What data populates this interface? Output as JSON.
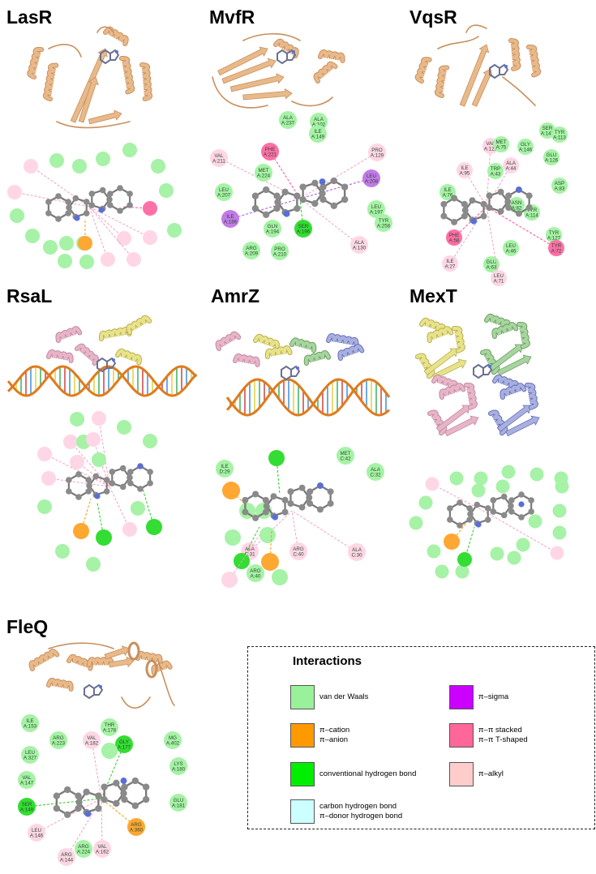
{
  "panels": [
    {
      "title": "LasR"
    },
    {
      "title": "MvfR"
    },
    {
      "title": "VqsR"
    },
    {
      "title": "RsaL"
    },
    {
      "title": "AmrZ"
    },
    {
      "title": "MexT"
    },
    {
      "title": "FleQ"
    }
  ],
  "legend": {
    "title": "Interactions",
    "items": [
      {
        "label": "van der Waals",
        "color": "#99f299"
      },
      {
        "label": "π–sigma",
        "color": "#cc00ff"
      },
      {
        "label": "π–cation\nπ–anion",
        "color": "#ff9900"
      },
      {
        "label": "π–π stacked\nπ–π T-shaped",
        "color": "#ff6699"
      },
      {
        "label": "conventional hydrogen bond",
        "color": "#00ee00"
      },
      {
        "label": "π–alkyl",
        "color": "#ffcccc"
      },
      {
        "label": "carbon hydrogen bond\nπ–donor hydrogen bond",
        "color": "#ccffff"
      }
    ]
  },
  "residues": {
    "MvfR": [
      {
        "label": "ALA A:237",
        "type": "vdw"
      },
      {
        "label": "ALA A:102",
        "type": "vdw"
      },
      {
        "label": "ILE A:149",
        "type": "vdw"
      },
      {
        "label": "VAL A:211",
        "type": "alkyl"
      },
      {
        "label": "PHE A:221",
        "type": "pipi"
      },
      {
        "label": "PRO A:129",
        "type": "alkyl"
      },
      {
        "label": "MET A:224",
        "type": "vdw"
      },
      {
        "label": "LEU A:208",
        "type": "sigma"
      },
      {
        "label": "LEU A:207",
        "type": "vdw"
      },
      {
        "label": "LEU A:197",
        "type": "vdw"
      },
      {
        "label": "ILE A:186",
        "type": "sigma"
      },
      {
        "label": "GLN A:194",
        "type": "vdw"
      },
      {
        "label": "SER A:196",
        "type": "hbond"
      },
      {
        "label": "TYR A:258",
        "type": "vdw"
      },
      {
        "label": "ALA A:130",
        "type": "alkyl"
      },
      {
        "label": "ARG A:209",
        "type": "vdw"
      },
      {
        "label": "PRO A:210",
        "type": "vdw"
      }
    ],
    "VqsR": [
      {
        "label": "SER A:142",
        "type": "vdw"
      },
      {
        "label": "VAL A:122",
        "type": "alkyl"
      },
      {
        "label": "MET A:75",
        "type": "vdw"
      },
      {
        "label": "GLY A:146",
        "type": "vdw"
      },
      {
        "label": "TYR A:113",
        "type": "vdw"
      },
      {
        "label": "GLU A:126",
        "type": "vdw"
      },
      {
        "label": "ILE A:95",
        "type": "alkyl"
      },
      {
        "label": "TRP A:43",
        "type": "vdw"
      },
      {
        "label": "ALA A:44",
        "type": "alkyl"
      },
      {
        "label": "ASP A:83",
        "type": "vdw"
      },
      {
        "label": "ILE A:76",
        "type": "vdw"
      },
      {
        "label": "ASN A:82",
        "type": "vdw"
      },
      {
        "label": "TYR A:114",
        "type": "vdw"
      },
      {
        "label": "PHE A:58",
        "type": "pipi"
      },
      {
        "label": "TYR A:127",
        "type": "vdw"
      },
      {
        "label": "TYR A:72",
        "type": "pipi"
      },
      {
        "label": "LEU A:46",
        "type": "vdw"
      },
      {
        "label": "GLU A:63",
        "type": "vdw"
      },
      {
        "label": "ILE A:27",
        "type": "alkyl"
      },
      {
        "label": "LEU A:71",
        "type": "alkyl"
      }
    ],
    "AmrZ": [
      {
        "label": "MET C:42",
        "type": "vdw"
      },
      {
        "label": "ILE D:29",
        "type": "vdw"
      },
      {
        "label": "ALA C:32",
        "type": "vdw"
      },
      {
        "label": "ALA C:30",
        "type": "alkyl"
      },
      {
        "label": "ALA C:31",
        "type": "alkyl"
      },
      {
        "label": "ARG C:40",
        "type": "alkyl"
      },
      {
        "label": "ARG A:40",
        "type": "vdw"
      }
    ],
    "FleQ": [
      {
        "label": "ILE A:153",
        "type": "vdw"
      },
      {
        "label": "THR A:178",
        "type": "vdw"
      },
      {
        "label": "ARG A:223",
        "type": "vdw"
      },
      {
        "label": "VAL A:182",
        "type": "alkyl"
      },
      {
        "label": "GLY A:177",
        "type": "hbond"
      },
      {
        "label": "MG A:402",
        "type": "vdw"
      },
      {
        "label": "LEU A:327",
        "type": "vdw"
      },
      {
        "label": "LYS A:180",
        "type": "vdw"
      },
      {
        "label": "VAL A:147",
        "type": "vdw"
      },
      {
        "label": "SER A:149",
        "type": "hbond"
      },
      {
        "label": "GLU A:181",
        "type": "vdw"
      },
      {
        "label": "ARG A:360",
        "type": "cation"
      },
      {
        "label": "LEU A:146",
        "type": "alkyl"
      },
      {
        "label": "ARG A:224",
        "type": "vdw"
      },
      {
        "label": "VAL A:162",
        "type": "alkyl"
      },
      {
        "label": "ARG A:144",
        "type": "alkyl"
      }
    ]
  },
  "colors": {
    "protein": "#e8b98a",
    "protein_dark": "#c98f5c",
    "atom": "#8a8a8a",
    "nitrogen": "#5a6fd6",
    "dna": "#e07a1c",
    "chain_pink": "#e8b4c8",
    "chain_yellow": "#e8e28a",
    "chain_green": "#a8d4a0",
    "chain_blue": "#a8b0e0"
  }
}
